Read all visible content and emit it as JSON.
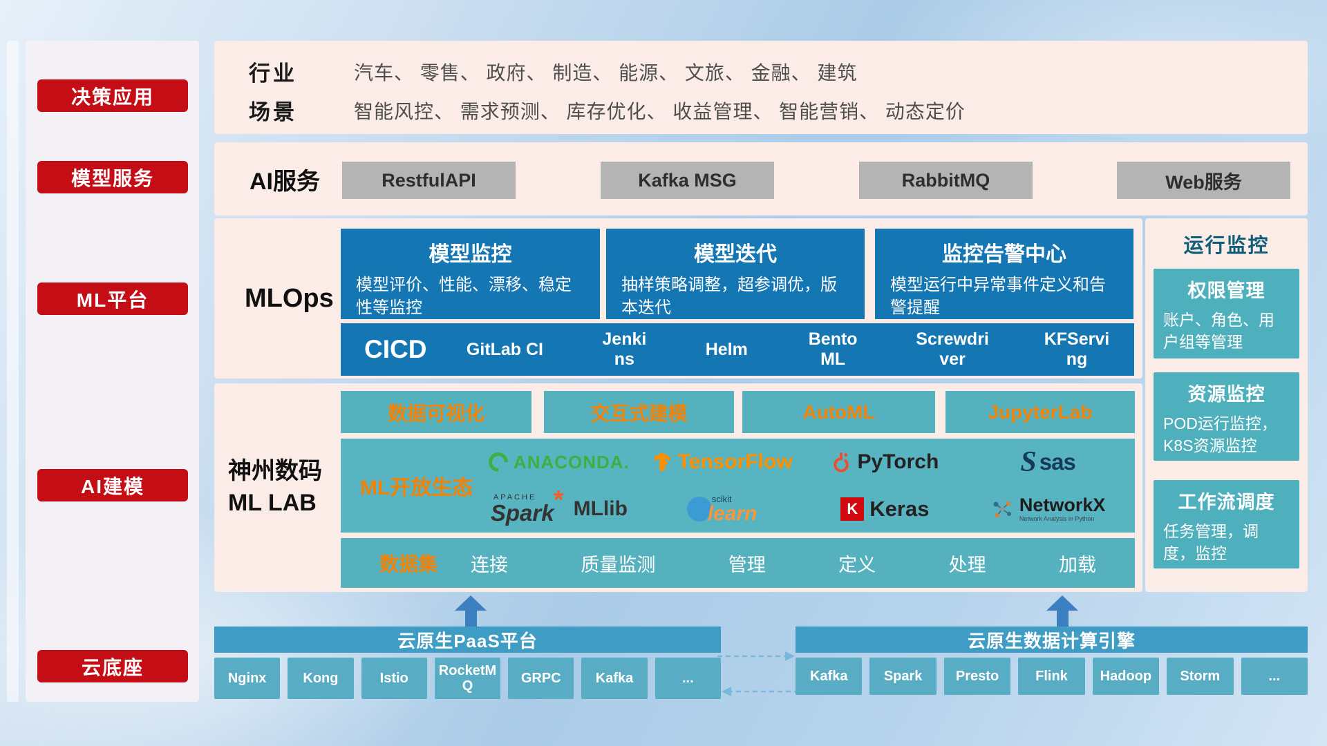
{
  "palette": {
    "red": "#c50d15",
    "panel_pink": "#fcece7",
    "deep_blue": "#1477b4",
    "teal": "#54b1bd",
    "orange_accent": "#f08307",
    "bar_blue": "#3f9dc5",
    "arrow_blue": "#3c80c1",
    "gray_button": "#b5b4b4"
  },
  "sidebar": {
    "items": [
      {
        "label": "决策应用"
      },
      {
        "label": "模型服务"
      },
      {
        "label": "ML平台"
      },
      {
        "label": "AI建模"
      },
      {
        "label": "云底座"
      }
    ]
  },
  "industry": {
    "row1_label": "行业",
    "row1_value": "汽车、 零售、 政府、 制造、 能源、 文旅、 金融、 建筑",
    "row2_label": "场景",
    "row2_value": "智能风控、 需求预测、 库存优化、 收益管理、 智能营销、 动态定价"
  },
  "ai_service": {
    "label": "AI服务",
    "buttons": [
      {
        "label": "RestfulAPI"
      },
      {
        "label": "Kafka MSG"
      },
      {
        "label": "RabbitMQ"
      },
      {
        "label": "Web服务"
      }
    ]
  },
  "mlops": {
    "label": "MLOps",
    "cards": [
      {
        "title": "模型监控",
        "desc": "模型评价、性能、漂移、稳定性等监控"
      },
      {
        "title": "模型迭代",
        "desc": "抽样策略调整，超参调优，版本迭代"
      },
      {
        "title": "监控告警中心",
        "desc": "模型运行中异常事件定义和告警提醒"
      }
    ],
    "cicd_label": "CICD",
    "cicd_tools": [
      {
        "label": "GitLab CI"
      },
      {
        "label": "Jenkins"
      },
      {
        "label": "Helm"
      },
      {
        "label": "BentoML"
      },
      {
        "label": "Screwdriver"
      },
      {
        "label": "KFServing"
      }
    ]
  },
  "mllab": {
    "label_line1": "神州数码",
    "label_line2": "ML LAB",
    "feature_buttons": [
      {
        "label": "数据可视化"
      },
      {
        "label": "交互式建模"
      },
      {
        "label": "AutoML"
      },
      {
        "label": "JupyterLab"
      }
    ],
    "ecosystem": {
      "label": "ML开放生态",
      "logos": {
        "anaconda": {
          "label": "ANACONDA."
        },
        "tensorflow": {
          "label": "TensorFlow"
        },
        "pytorch": {
          "label": "PyTorch"
        },
        "sas": {
          "s": "S",
          "label": "sas"
        },
        "spark": {
          "apache": "APACHE",
          "label": "Spark",
          "star": "*",
          "mllib": "MLlib"
        },
        "sklearn": {
          "top": "scikit",
          "label": "learn"
        },
        "keras": {
          "k": "K",
          "label": "Keras"
        },
        "networkx": {
          "label": "NetworkX",
          "sub": "Network Analysis in Python"
        }
      }
    },
    "dataset": {
      "label": "数据集",
      "items": [
        {
          "label": "连接"
        },
        {
          "label": "质量监测"
        },
        {
          "label": "管理"
        },
        {
          "label": "定义"
        },
        {
          "label": "处理"
        },
        {
          "label": "加载"
        }
      ]
    }
  },
  "monitoring": {
    "title": "运行监控",
    "cards": [
      {
        "title": "权限管理",
        "desc": "账户、角色、用户组等管理"
      },
      {
        "title": "资源监控",
        "desc": "POD运行监控，K8S资源监控"
      },
      {
        "title": "工作流调度",
        "desc": "任务管理，调度，监控"
      }
    ]
  },
  "cloud": {
    "paas": {
      "title": "云原生PaaS平台",
      "chips": [
        {
          "label": "Nginx"
        },
        {
          "label": "Kong"
        },
        {
          "label": "Istio"
        },
        {
          "label": "RocketMQ"
        },
        {
          "label": "GRPC"
        },
        {
          "label": "Kafka"
        },
        {
          "label": "..."
        }
      ]
    },
    "engine": {
      "title": "云原生数据计算引擎",
      "chips": [
        {
          "label": "Kafka"
        },
        {
          "label": "Spark"
        },
        {
          "label": "Presto"
        },
        {
          "label": "Flink"
        },
        {
          "label": "Hadoop"
        },
        {
          "label": "Storm"
        },
        {
          "label": "..."
        }
      ]
    }
  }
}
